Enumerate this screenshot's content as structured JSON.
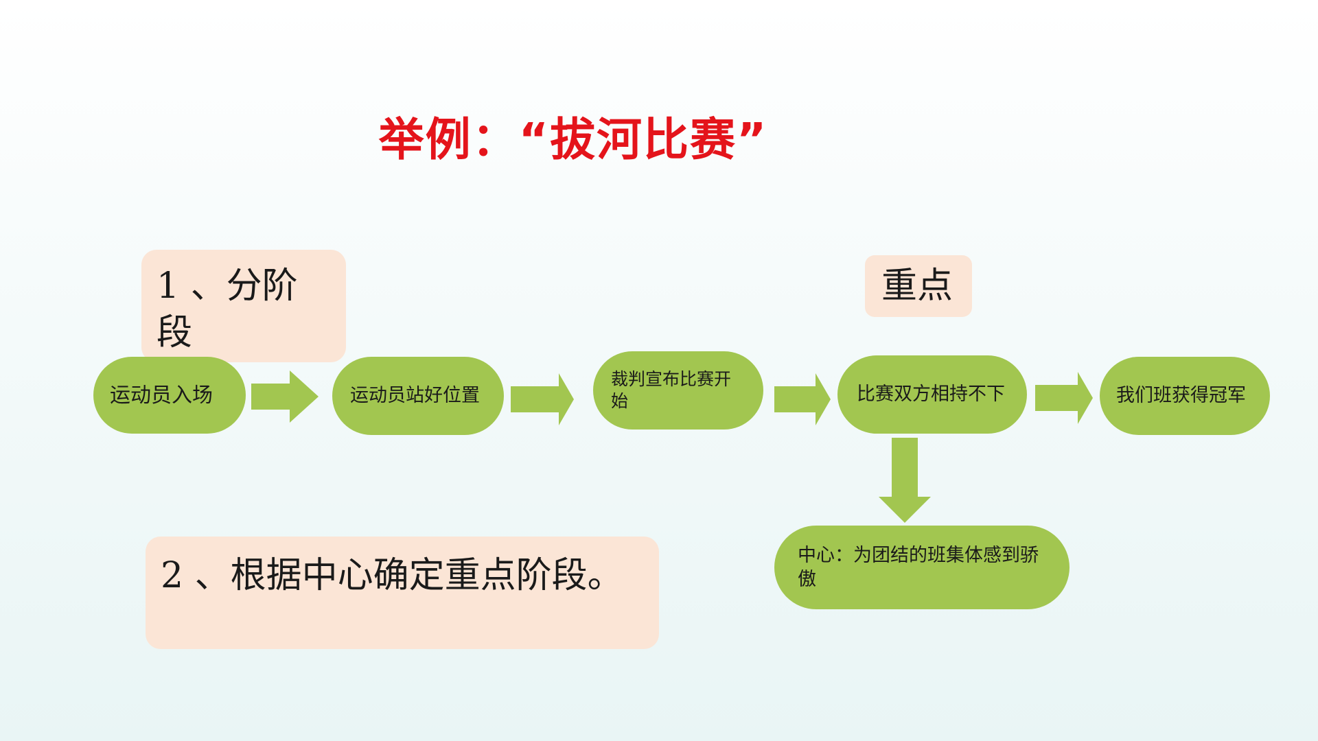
{
  "title": "举例：“拔河比赛”",
  "notes": {
    "stages": "1 、分阶段",
    "focus": "重点",
    "method": "2 、根据中心确定重点阶段。"
  },
  "steps": [
    "运动员入场",
    "运动员站好位置",
    "裁判宣布比赛开始",
    "比赛双方相持不下",
    "我们班获得冠军"
  ],
  "center": "中心：为团结的班集体感到骄傲",
  "colors": {
    "title": "#e4141b",
    "step_fill": "#a2c650",
    "note_fill": "#fbe5d6",
    "arrow_fill": "#a2c650"
  }
}
